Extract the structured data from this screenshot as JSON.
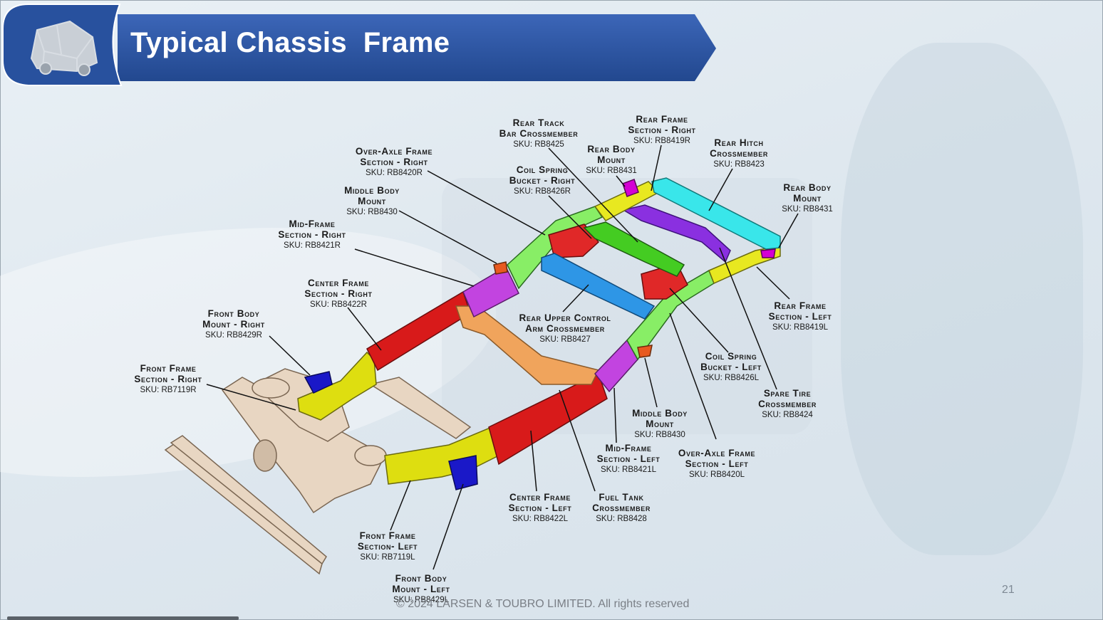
{
  "slide": {
    "title": "Typical Chassis  Frame",
    "page_number": "21",
    "footer": "© 2024 LARSEN & TOUBRO LIMITED. All rights reserved"
  },
  "labels": [
    {
      "id": "rear-track-bar-crossmember",
      "name1": "Rear Track",
      "name2": "Bar Crossmember",
      "sku": "SKU: RB8425"
    },
    {
      "id": "rear-frame-section-right",
      "name1": "Rear Frame",
      "name2": "Section - Right",
      "sku": "SKU: RB8419R"
    },
    {
      "id": "rear-body-mount-top",
      "name1": "Rear Body",
      "name2": "Mount",
      "sku": "SKU: RB8431"
    },
    {
      "id": "rear-hitch-crossmember",
      "name1": "Rear Hitch",
      "name2": "Crossmember",
      "sku": "SKU: RB8423"
    },
    {
      "id": "over-axle-frame-section-right",
      "name1": "Over-Axle Frame",
      "name2": "Section - Right",
      "sku": "SKU: RB8420R"
    },
    {
      "id": "coil-spring-bucket-right",
      "name1": "Coil Spring",
      "name2": "Bucket - Right",
      "sku": "SKU: RB8426R"
    },
    {
      "id": "rear-body-mount-right",
      "name1": "Rear Body",
      "name2": "Mount",
      "sku": "SKU: RB8431"
    },
    {
      "id": "middle-body-mount-top",
      "name1": "Middle Body",
      "name2": "Mount",
      "sku": "SKU: RB8430"
    },
    {
      "id": "mid-frame-section-right",
      "name1": "Mid-Frame",
      "name2": "Section - Right",
      "sku": "SKU: RB8421R"
    },
    {
      "id": "center-frame-section-right",
      "name1": "Center Frame",
      "name2": "Section - Right",
      "sku": "SKU: RB8422R"
    },
    {
      "id": "front-body-mount-right",
      "name1": "Front Body",
      "name2": "Mount - Right",
      "sku": "SKU: RB8429R"
    },
    {
      "id": "rear-upper-control-arm-crossmember",
      "name1": "Rear Upper Control",
      "name2": "Arm Crossmember",
      "sku": "SKU: RB8427"
    },
    {
      "id": "rear-frame-section-left",
      "name1": "Rear Frame",
      "name2": "Section - Left",
      "sku": "SKU: RB8419L"
    },
    {
      "id": "front-frame-section-right",
      "name1": "Front Frame",
      "name2": "Section - Right",
      "sku": "SKU: RB7119R"
    },
    {
      "id": "coil-spring-bucket-left",
      "name1": "Coil Spring",
      "name2": "Bucket - Left",
      "sku": "SKU: RB8426L"
    },
    {
      "id": "spare-tire-crossmember",
      "name1": "Spare Tire",
      "name2": "Crossmember",
      "sku": "SKU: RB8424"
    },
    {
      "id": "middle-body-mount-bottom",
      "name1": "Middle Body",
      "name2": "Mount",
      "sku": "SKU: RB8430"
    },
    {
      "id": "mid-frame-section-left",
      "name1": "Mid-Frame",
      "name2": "Section - Left",
      "sku": "SKU: RB8421L"
    },
    {
      "id": "over-axle-frame-section-left",
      "name1": "Over-Axle Frame",
      "name2": "Section - Left",
      "sku": "SKU: RB8420L"
    },
    {
      "id": "center-frame-section-left",
      "name1": "Center Frame",
      "name2": "Section - Left",
      "sku": "SKU: RB8422L"
    },
    {
      "id": "fuel-tank-crossmember",
      "name1": "Fuel Tank",
      "name2": "Crossmember",
      "sku": "SKU: RB8428"
    },
    {
      "id": "front-frame-section-left",
      "name1": "Front Frame",
      "name2": "Section- Left",
      "sku": "SKU: RB7119L"
    },
    {
      "id": "front-body-mount-left",
      "name1": "Front Body",
      "name2": "Mount - Left",
      "sku": "SKU: RB8429L"
    }
  ],
  "colors": {
    "header_blue": "#2f58a8",
    "header_dark": "#1e3f86",
    "front_frame": "#dede10",
    "center_frame": "#d81a1a",
    "mid_frame": "#c244e0",
    "over_axle": "#88ee66",
    "rear_frame": "#e8e820",
    "rear_hitch": "#39e6ea",
    "body_mount_front": "#1a18c8",
    "body_mount_rear": "#d400d4",
    "coil_bucket": "#e02828",
    "upper_control_arm": "#2e96e6",
    "spare_tire": "#8a30e0",
    "front_subframe": "#e8d6c2",
    "fuel_tank": "#f0a45c"
  }
}
